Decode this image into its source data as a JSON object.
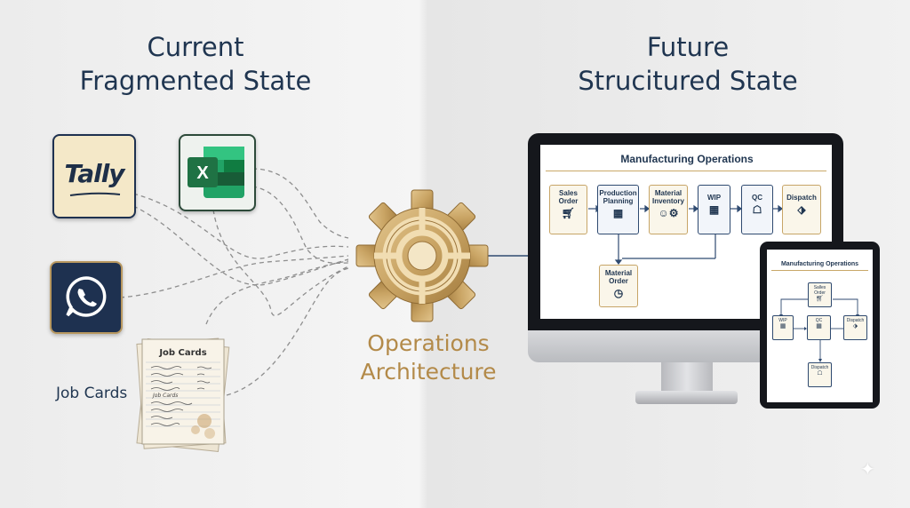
{
  "headings": {
    "left": [
      "Current",
      "Fragmented State"
    ],
    "right": [
      "Future",
      "Strucitured State"
    ]
  },
  "sources": {
    "tally": {
      "label": "Tally",
      "icon": "tally-logo-icon"
    },
    "excel": {
      "label": "X",
      "icon": "excel-logo-icon",
      "color": "#1f7244"
    },
    "whatsapp": {
      "icon": "whatsapp-logo-icon"
    },
    "job_cards": {
      "label": "Job Cards",
      "paper_heading": "Job Cards",
      "paper_lines": [
        "Job Cards"
      ]
    }
  },
  "center": {
    "label": [
      "Operations",
      "Architecture"
    ],
    "icon": "gear-icon",
    "color": "#b38a49"
  },
  "desktop": {
    "title": "Manufacturing Operations",
    "nodes": [
      {
        "label": [
          "Sales",
          "Order"
        ],
        "icon": "cart-icon"
      },
      {
        "label": [
          "Production",
          "Planning"
        ],
        "icon": "calendar-icon"
      },
      {
        "label": [
          "Material",
          "Inventory"
        ],
        "icon": "people-gear-icon"
      },
      {
        "label": [
          "WIP"
        ],
        "icon": "calendar-gear-icon"
      },
      {
        "label": [
          "QC"
        ],
        "icon": "org-chart-icon"
      },
      {
        "label": [
          "Dispatch"
        ],
        "icon": "tag-icon"
      }
    ],
    "material_order": {
      "label": [
        "Material",
        "Order"
      ],
      "icon": "calendar-clock-icon"
    }
  },
  "tablet": {
    "title": "Manufacturing Operations",
    "nodes": {
      "top": {
        "label": "Salles Order",
        "icon": "cart-icon"
      },
      "wip": {
        "label": "WIP",
        "icon": "calendar-icon"
      },
      "qc": {
        "label": "QC",
        "icon": "calendar-gear-icon"
      },
      "dispatch": {
        "label": "Dispatch",
        "icon": "tag-icon"
      },
      "bottom": {
        "label": "Dispatch",
        "icon": "org-chart-icon"
      }
    }
  },
  "colors": {
    "navy": "#1f3550",
    "gold": "#b38a49",
    "gold_border": "#c7a567",
    "whatsapp_bg": "#1e3150"
  }
}
